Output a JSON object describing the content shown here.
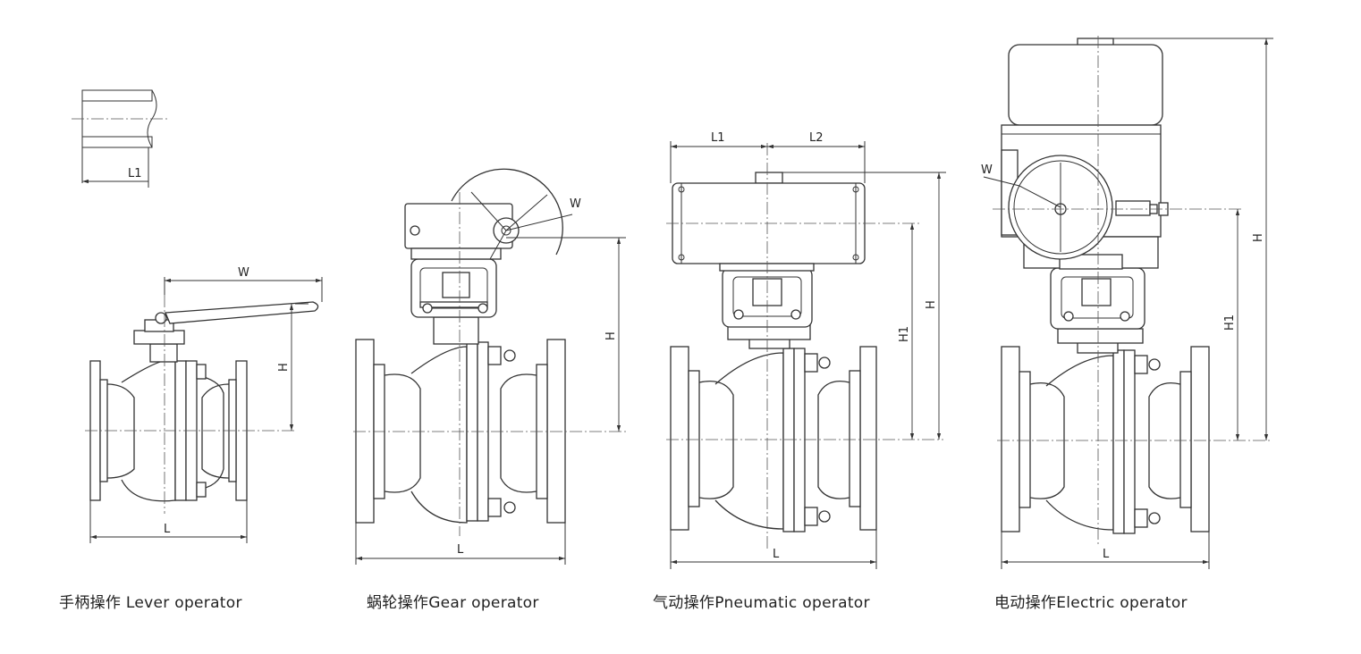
{
  "captions": {
    "lever": "手柄操作 Lever operator",
    "gear": "蜗轮操作Gear operator",
    "pneumatic": "气动操作Pneumatic operator",
    "electric": "电动操作Electric operator"
  },
  "dims": {
    "L": "L",
    "L1": "L1",
    "L2": "L2",
    "W": "W",
    "H": "H",
    "H1": "H1"
  },
  "colors": {
    "line": "#333333",
    "background": "#ffffff"
  }
}
